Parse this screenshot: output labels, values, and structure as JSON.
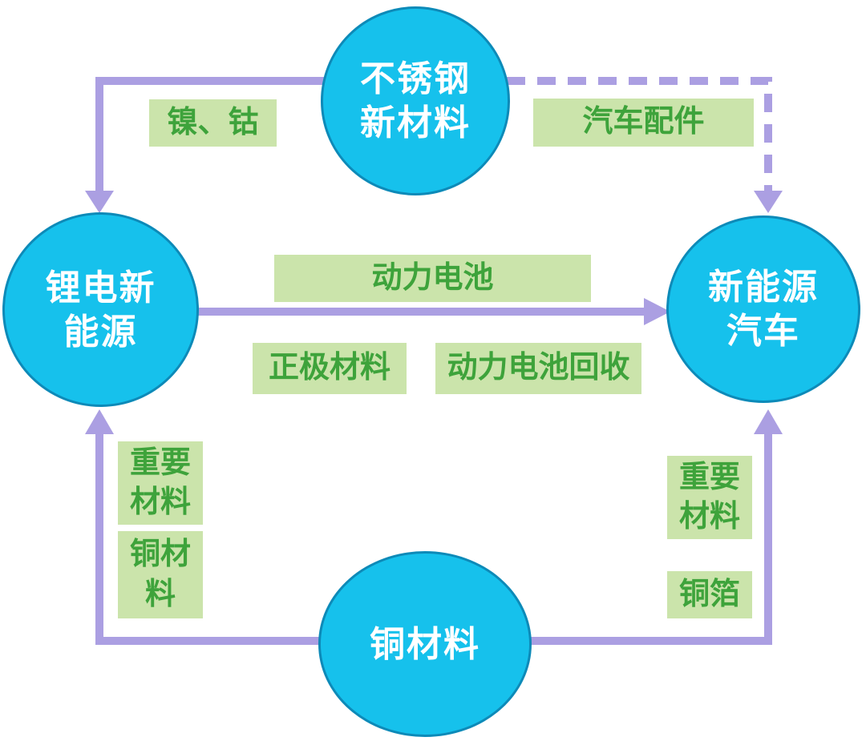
{
  "colors": {
    "background": "#ffffff",
    "node_fill": "#16c1ec",
    "node_border": "#0d8ab8",
    "node_text": "#ffffff",
    "arrow": "#ab9fe2",
    "label_bg": "#cbe4ab",
    "label_text": "#3ea33b"
  },
  "nodes": {
    "stainless_steel": {
      "label": "不锈钢\n新材料"
    },
    "lithium_energy": {
      "label": "锂电新\n能源"
    },
    "new_energy_vehicle": {
      "label": "新能源\n汽车"
    },
    "copper": {
      "label": "铜材料"
    }
  },
  "edge_labels": {
    "nickel_cobalt": "镍、钴",
    "auto_parts": "汽车配件",
    "power_battery": "动力电池",
    "cathode_material": "正极材料",
    "power_battery_recycling": "动力电池回收",
    "important_material_left": "重要\n材料",
    "copper_material_left": "铜材\n料",
    "important_material_right": "重要\n材料",
    "copper_foil": "铜箔"
  },
  "edges": [
    {
      "from": "不锈钢新材料",
      "to": "锂电新能源",
      "style": "solid",
      "labels": [
        "镍、钴"
      ]
    },
    {
      "from": "不锈钢新材料",
      "to": "新能源汽车",
      "style": "dashed",
      "labels": [
        "汽车配件"
      ]
    },
    {
      "from": "锂电新能源",
      "to": "新能源汽车",
      "style": "solid",
      "labels": [
        "动力电池",
        "正极材料",
        "动力电池回收"
      ]
    },
    {
      "from": "铜材料",
      "to": "锂电新能源",
      "style": "solid",
      "labels": [
        "重要材料",
        "铜材料"
      ]
    },
    {
      "from": "铜材料",
      "to": "新能源汽车",
      "style": "solid",
      "labels": [
        "重要材料",
        "铜箔"
      ]
    }
  ]
}
